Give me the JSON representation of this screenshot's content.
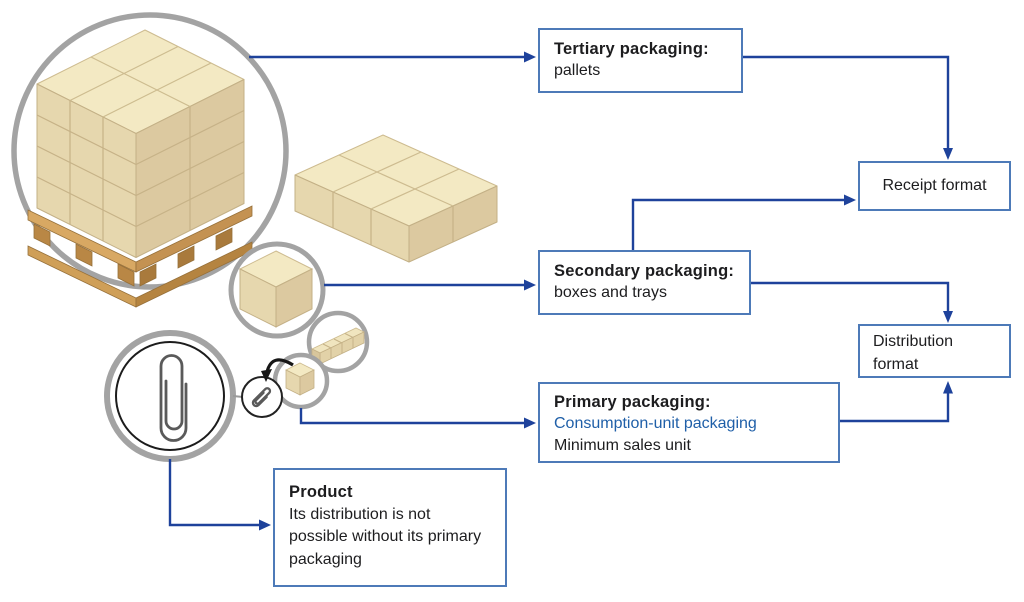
{
  "colors": {
    "arrow_blue": "#1e429b",
    "box_border_blue": "#4d7ab8",
    "highlight_text_blue": "#1f5fa8",
    "body_text": "#1d1d1f",
    "circle_stroke_gray": "#a3a3a3",
    "carton_top": "#f3e9c3",
    "carton_front": "#e6d7ae",
    "carton_side": "#dcc9a0",
    "pallet_wood": "#d8a863"
  },
  "nodes": {
    "tertiary": {
      "title": "Tertiary packaging:",
      "body": "pallets"
    },
    "secondary": {
      "title": "Secondary packaging:",
      "body": "boxes and trays"
    },
    "primary": {
      "title": "Primary packaging:",
      "highlight": "Consumption-unit packaging",
      "body": "Minimum sales unit"
    },
    "receipt": {
      "label": "Receipt format"
    },
    "distribution": {
      "label": "Distribution format"
    },
    "product": {
      "title": "Product",
      "body": "Its distribution is not possible without its primary packaging"
    }
  },
  "illustrations": {
    "pallet_circle": "pallet-stack-illustration",
    "tray": "tray-of-boxes-illustration",
    "single_box": "single-box-illustration",
    "mini_tray": "unit-pack-strip-illustration",
    "unit_box": "consumption-unit-box-illustration",
    "paperclip": "paperclip-product-illustration",
    "mini_paperclip": "paperclip-detail-icon"
  }
}
